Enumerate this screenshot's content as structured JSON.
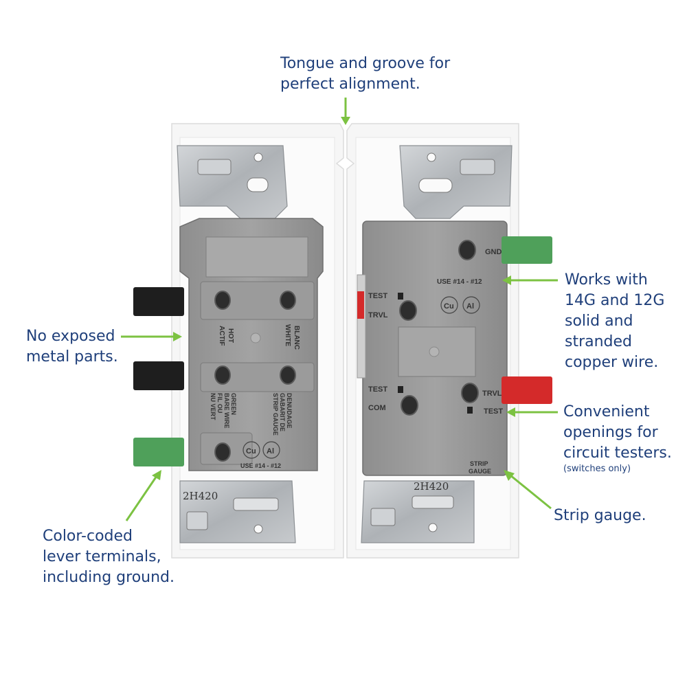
{
  "callouts": {
    "tongue": [
      "Tongue and groove for",
      "perfect alignment."
    ],
    "no_exposed": [
      "No exposed",
      "metal parts."
    ],
    "color_coded": [
      "Color-coded",
      "lever terminals,",
      "including ground."
    ],
    "works_with": [
      "Works with",
      "14G and 12G",
      "solid and",
      "stranded",
      "copper wire."
    ],
    "convenient": [
      "Convenient",
      "openings for",
      "circuit testers."
    ],
    "convenient_note": "(switches only)",
    "strip_gauge": [
      "Strip gauge."
    ]
  },
  "left_device": {
    "hot_label": "HOT",
    "actif_label": "ACTIF",
    "white_label": "WHITE",
    "blanc_label": "BLANC",
    "green_lines": [
      "GREEN",
      "BARE WIRE",
      "FIL OU",
      "NU VERT"
    ],
    "strip_lines": [
      "STRIP GAUGE",
      "GABARIT DE",
      "DENUDAGE"
    ],
    "cu_mark": "Cu",
    "al_mark": "Al",
    "wire_spec": "USE #14 - #12",
    "stamp": "2H420"
  },
  "right_device": {
    "gnd_label": "GND",
    "wire_spec": "USE #14 - #12",
    "cu_mark": "Cu",
    "al_mark": "Al",
    "test_label": "TEST",
    "trvl_label": "TRVL",
    "com_label": "COM",
    "strip_label": "STRIP",
    "gauge_label": "GAUGE",
    "stamp": "2H420"
  },
  "colors": {
    "callout_text": "#1f3f7a",
    "arrow": "#7cc242",
    "housing": "#9a9a9a",
    "bracket": "#b8bcc0",
    "black_lever": "#1e1e1e",
    "green_lever": "#4fa05a",
    "red_lever": "#d42a2a"
  }
}
